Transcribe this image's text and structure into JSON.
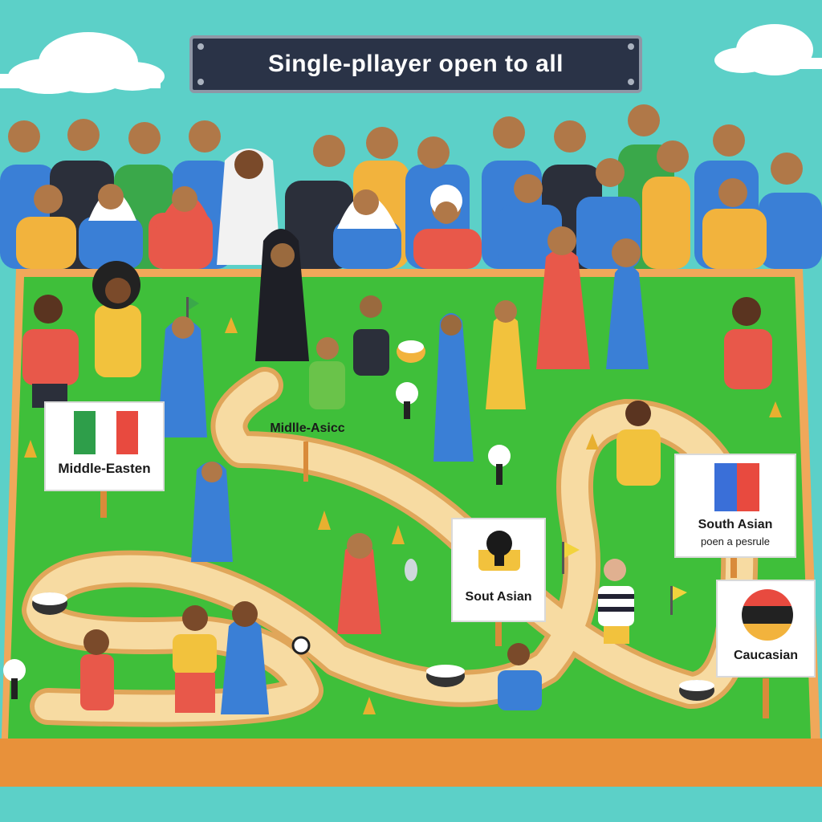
{
  "banner": {
    "title": "Single-pllayer open to all"
  },
  "signs": [
    {
      "id": "sign-middle-eastern",
      "label": "Middle-Easten",
      "flag_colors": [
        "#2e9e4a",
        "#ffffff",
        "#e84a3f"
      ]
    },
    {
      "id": "sign-middle-asian",
      "label": "Midlle-Asicc"
    },
    {
      "id": "sign-south-asian-center",
      "label": "Sout Asian",
      "icon": "keyhole-icon"
    },
    {
      "id": "sign-south-asian-right",
      "label": "South Asian",
      "sublabel": "poen a pesrule",
      "flag_colors": [
        "#3a6fd8",
        "#e84a3f"
      ]
    },
    {
      "id": "sign-caucasian",
      "label": "Caucasian",
      "flag_colors": [
        "#e84a3f",
        "#222222",
        "#f2b33d"
      ]
    }
  ],
  "colors": {
    "sky": "#5cd0c8",
    "grass": "#3fbf3a",
    "board_frame": "#f0a85a",
    "path": "#f7dba2",
    "banner_bg": "#2a3347"
  }
}
